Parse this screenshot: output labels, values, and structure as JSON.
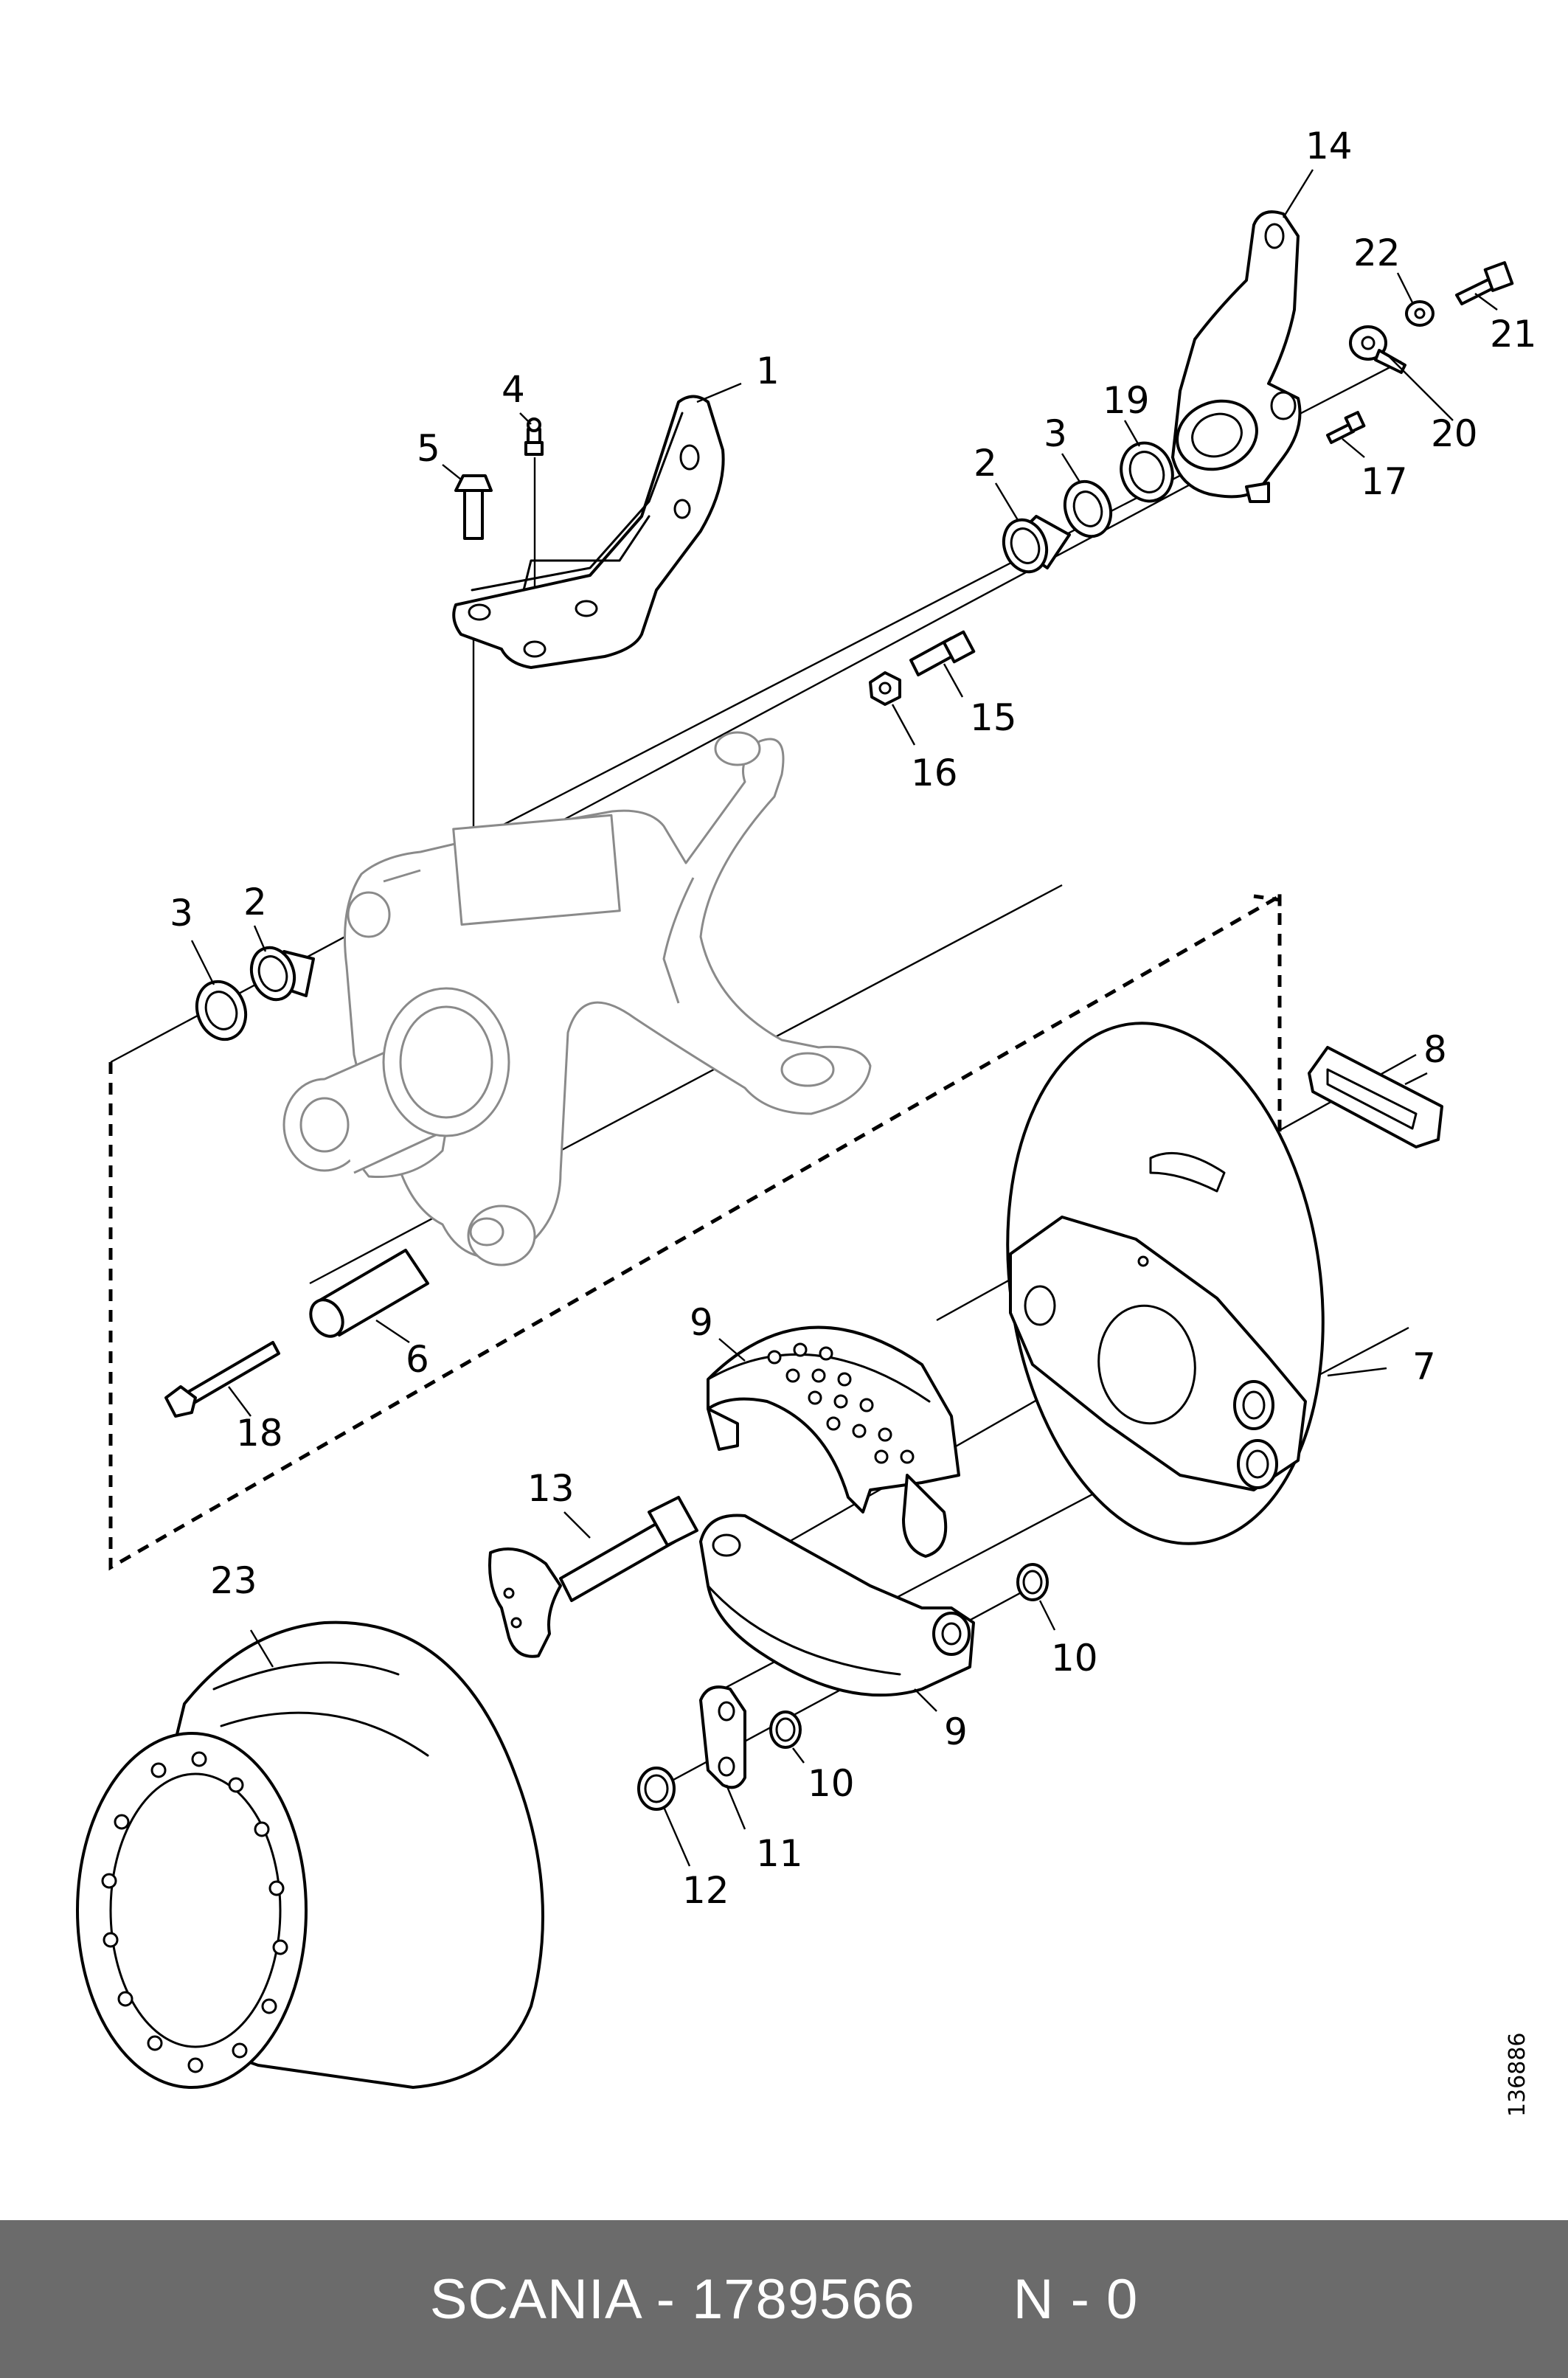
{
  "footer": {
    "text": "SCANIA - 1789566      N - 0",
    "background": "#6b6b6b",
    "text_color": "#ffffff"
  },
  "reference_number": "136886",
  "callouts": {
    "c1": "1",
    "c2a": "2",
    "c2b": "2",
    "c3a": "3",
    "c3b": "3",
    "c4": "4",
    "c5": "5",
    "c6": "6",
    "c7": "7",
    "c8": "8",
    "c9a": "9",
    "c9b": "9",
    "c10a": "10",
    "c10b": "10",
    "c11": "11",
    "c12": "12",
    "c13": "13",
    "c14": "14",
    "c15": "15",
    "c16": "16",
    "c17": "17",
    "c18": "18",
    "c19": "19",
    "c20": "20",
    "c21": "21",
    "c22": "22",
    "c23": "23"
  }
}
